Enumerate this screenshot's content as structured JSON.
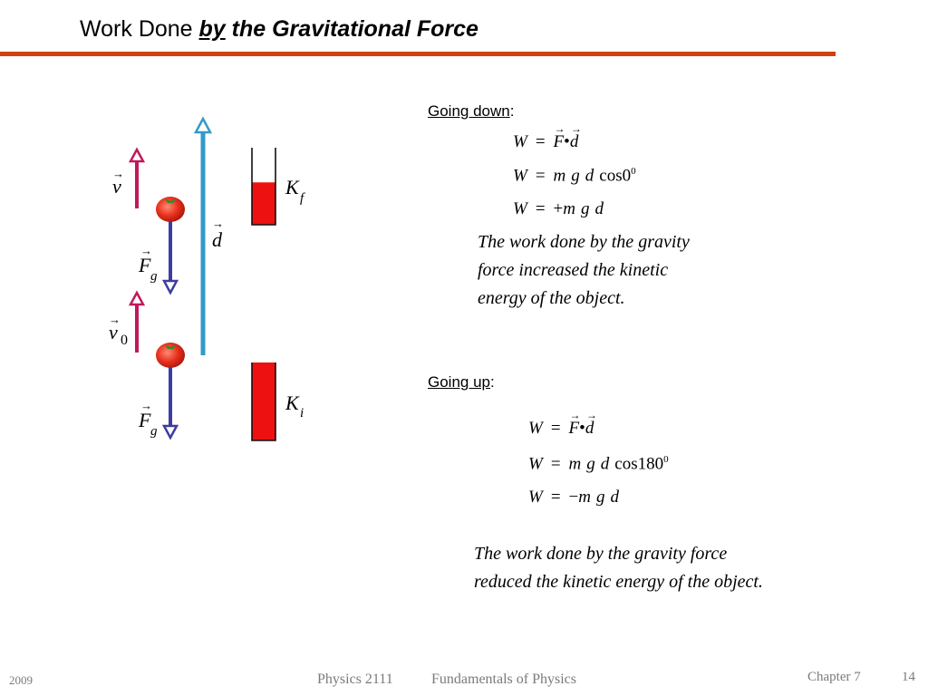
{
  "title": {
    "prefix": "Work Done ",
    "by": "by",
    "rest": " the Gravitational Force"
  },
  "colors": {
    "accent_rule": "#d2410e",
    "velocity_arrow": "#c2185b",
    "force_arrow": "#3d3d9e",
    "displacement_arrow": "#3399c8",
    "energy_bar": "#ee1111"
  },
  "diagram": {
    "labels": {
      "v": "v",
      "v0_base": "v",
      "v0_sub": "0",
      "fg_base": "F",
      "fg_sub": "g",
      "d": "d",
      "kf_base": "K",
      "kf_sub": "f",
      "ki_base": "K",
      "ki_sub": "i"
    },
    "kinetic_energy_fill": {
      "final": 0.55,
      "initial": 1.0
    },
    "icons": [
      "tomato-icon",
      "tomato-icon"
    ]
  },
  "going_down": {
    "heading": "Going down",
    "colon": ":",
    "eq1": {
      "lhs": "W",
      "op": "=",
      "f": "F",
      "dot": "•",
      "d": "d"
    },
    "eq2": {
      "lhs": "W",
      "op": "=",
      "m": "m",
      "g": "g",
      "d": "d",
      "cos": "cos0",
      "sup": "0"
    },
    "eq3": {
      "lhs": "W",
      "op": "=",
      "sign": "+",
      "m": "m",
      "g": "g",
      "d": "d"
    },
    "note": [
      "The work done by the gravity",
      "force increased the kinetic",
      "energy of the object."
    ]
  },
  "going_up": {
    "heading": "Going up",
    "colon": ":",
    "eq1": {
      "lhs": "W",
      "op": "=",
      "f": "F",
      "dot": "•",
      "d": "d"
    },
    "eq2": {
      "lhs": "W",
      "op": "=",
      "m": "m",
      "g": "g",
      "d": "d",
      "cos": "cos180",
      "sup": "0"
    },
    "eq3": {
      "lhs": "W",
      "op": "=",
      "sign": "−",
      "m": "m",
      "g": "g",
      "d": "d"
    },
    "note": [
      "The work done by the gravity force",
      "reduced the kinetic energy of the object."
    ]
  },
  "footer": {
    "year": "2009",
    "course": "Physics 2111",
    "course_title": "Fundamentals of Physics",
    "chapter": "Chapter 7",
    "page": "14"
  }
}
